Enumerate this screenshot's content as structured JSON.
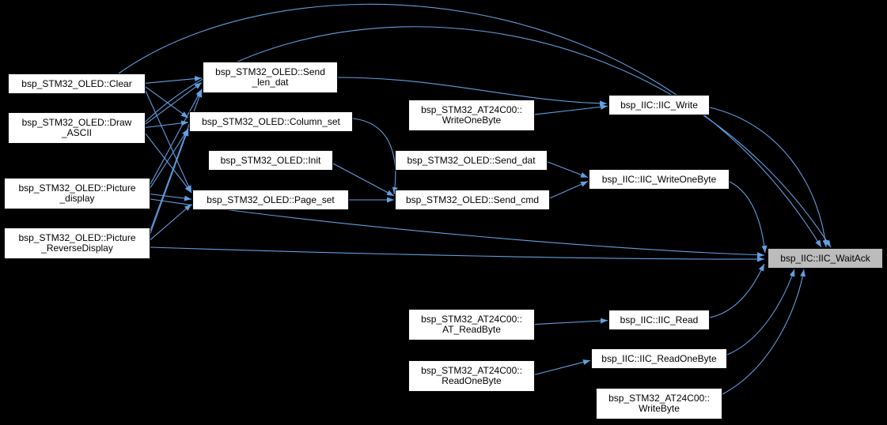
{
  "diagram": {
    "type": "call-graph",
    "description": "Caller graph converging on bsp_IIC::IIC_WaitAck",
    "colors": {
      "background": "#000000",
      "edge": "#61a0e1",
      "node_fill": "#ffffff",
      "node_border": "#0a0a0a",
      "node_text": "#000000",
      "highlight_fill": "#bcbcbc"
    },
    "nodes": [
      {
        "id": "clear",
        "lines": [
          "bsp_STM32_OLED::Clear"
        ],
        "highlighted": false
      },
      {
        "id": "draw_ascii",
        "lines": [
          "bsp_STM32_OLED::Draw",
          "_ASCII"
        ],
        "highlighted": false
      },
      {
        "id": "picture_display",
        "lines": [
          "bsp_STM32_OLED::Picture",
          "_display"
        ],
        "highlighted": false
      },
      {
        "id": "picture_reverse",
        "lines": [
          "bsp_STM32_OLED::Picture",
          "_ReverseDisplay"
        ],
        "highlighted": false
      },
      {
        "id": "send_len_dat",
        "lines": [
          "bsp_STM32_OLED::Send",
          "_len_dat"
        ],
        "highlighted": false
      },
      {
        "id": "column_set",
        "lines": [
          "bsp_STM32_OLED::Column_set"
        ],
        "highlighted": false
      },
      {
        "id": "init",
        "lines": [
          "bsp_STM32_OLED::Init"
        ],
        "highlighted": false
      },
      {
        "id": "page_set",
        "lines": [
          "bsp_STM32_OLED::Page_set"
        ],
        "highlighted": false
      },
      {
        "id": "at_writeonebyte",
        "lines": [
          "bsp_STM32_AT24C00::",
          "WriteOneByte"
        ],
        "highlighted": false
      },
      {
        "id": "send_dat",
        "lines": [
          "bsp_STM32_OLED::Send_dat"
        ],
        "highlighted": false
      },
      {
        "id": "send_cmd",
        "lines": [
          "bsp_STM32_OLED::Send_cmd"
        ],
        "highlighted": false
      },
      {
        "id": "at_readbyte",
        "lines": [
          "bsp_STM32_AT24C00::",
          "AT_ReadByte"
        ],
        "highlighted": false
      },
      {
        "id": "at_readonebyte",
        "lines": [
          "bsp_STM32_AT24C00::",
          "ReadOneByte"
        ],
        "highlighted": false
      },
      {
        "id": "iic_write",
        "lines": [
          "bsp_IIC::IIC_Write"
        ],
        "highlighted": false
      },
      {
        "id": "iic_writeonebyte",
        "lines": [
          "bsp_IIC::IIC_WriteOneByte"
        ],
        "highlighted": false
      },
      {
        "id": "iic_read",
        "lines": [
          "bsp_IIC::IIC_Read"
        ],
        "highlighted": false
      },
      {
        "id": "iic_readonebyte",
        "lines": [
          "bsp_IIC::IIC_ReadOneByte"
        ],
        "highlighted": false
      },
      {
        "id": "at_writebyte",
        "lines": [
          "bsp_STM32_AT24C00::",
          "WriteByte"
        ],
        "highlighted": false
      },
      {
        "id": "iic_waitack",
        "lines": [
          "bsp_IIC::IIC_WaitAck"
        ],
        "highlighted": true
      }
    ],
    "edges": [
      {
        "from": "clear",
        "to": "send_len_dat"
      },
      {
        "from": "clear",
        "to": "column_set"
      },
      {
        "from": "clear",
        "to": "page_set"
      },
      {
        "from": "clear",
        "to": "iic_waitack"
      },
      {
        "from": "draw_ascii",
        "to": "send_len_dat"
      },
      {
        "from": "draw_ascii",
        "to": "column_set"
      },
      {
        "from": "draw_ascii",
        "to": "page_set"
      },
      {
        "from": "draw_ascii",
        "to": "iic_waitack"
      },
      {
        "from": "picture_display",
        "to": "send_len_dat"
      },
      {
        "from": "picture_display",
        "to": "column_set"
      },
      {
        "from": "picture_display",
        "to": "page_set"
      },
      {
        "from": "picture_display",
        "to": "iic_waitack"
      },
      {
        "from": "picture_reverse",
        "to": "send_len_dat"
      },
      {
        "from": "picture_reverse",
        "to": "column_set"
      },
      {
        "from": "picture_reverse",
        "to": "page_set"
      },
      {
        "from": "picture_reverse",
        "to": "iic_waitack"
      },
      {
        "from": "send_len_dat",
        "to": "iic_write"
      },
      {
        "from": "column_set",
        "to": "send_cmd"
      },
      {
        "from": "init",
        "to": "send_cmd"
      },
      {
        "from": "page_set",
        "to": "send_cmd"
      },
      {
        "from": "at_writeonebyte",
        "to": "iic_write"
      },
      {
        "from": "send_dat",
        "to": "iic_writeonebyte"
      },
      {
        "from": "send_cmd",
        "to": "iic_writeonebyte"
      },
      {
        "from": "at_readbyte",
        "to": "iic_read"
      },
      {
        "from": "at_readonebyte",
        "to": "iic_readonebyte"
      },
      {
        "from": "iic_write",
        "to": "iic_waitack"
      },
      {
        "from": "iic_writeonebyte",
        "to": "iic_waitack"
      },
      {
        "from": "iic_read",
        "to": "iic_waitack"
      },
      {
        "from": "iic_readonebyte",
        "to": "iic_waitack"
      },
      {
        "from": "at_writebyte",
        "to": "iic_waitack"
      }
    ]
  }
}
